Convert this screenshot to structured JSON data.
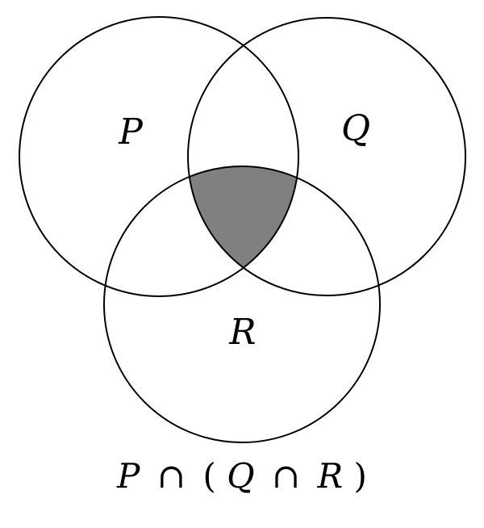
{
  "diagram": {
    "type": "venn-3",
    "sets": [
      {
        "id": "P",
        "label": "P"
      },
      {
        "id": "Q",
        "label": "Q"
      },
      {
        "id": "R",
        "label": "R"
      }
    ],
    "shaded_region": "P ∩ Q ∩ R",
    "shade_color": "#808080",
    "outline_color": "#000000",
    "caption": {
      "P": "P",
      "cap1": "∩",
      "open": "(",
      "Q": "Q",
      "cap2": "∩",
      "R": "R",
      "close": ")"
    }
  }
}
